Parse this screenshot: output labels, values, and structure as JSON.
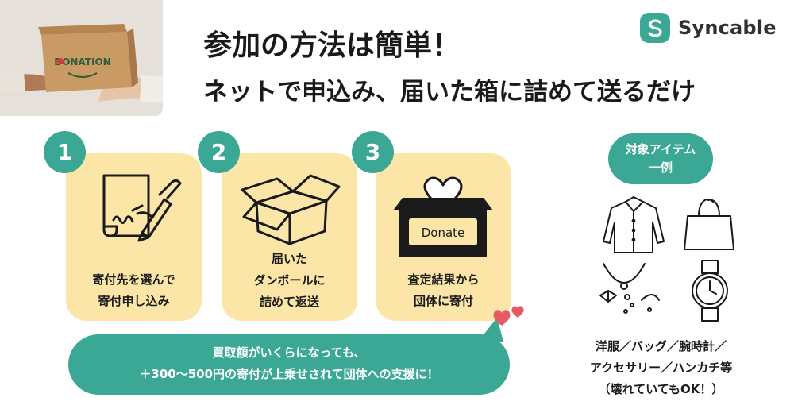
{
  "photo": {
    "box_text": "DONATION"
  },
  "logo": {
    "name": "Syncable",
    "mark_letter": "S",
    "accent": "#3aa895"
  },
  "headline": "参加の方法は簡単！",
  "subheadline": "ネットで申込み、届いた箱に詰めて送るだけ",
  "steps": [
    {
      "number": "1",
      "icon": "signing-document-icon",
      "lines": [
        "寄付先を選んで",
        "寄付申し込み"
      ]
    },
    {
      "number": "2",
      "icon": "cardboard-box-icon",
      "lines": [
        "届いた",
        "ダンボールに",
        "詰めて返送"
      ]
    },
    {
      "number": "3",
      "icon": "donation-box-icon",
      "icon_text": "Donate",
      "lines": [
        "査定結果から",
        "団体に寄付"
      ]
    }
  ],
  "bubble": {
    "line1": "買取額がいくらになっても、",
    "line2": "＋300〜500円の寄付が上乗せされて団体への支援に！"
  },
  "items": {
    "pill_line1": "対象アイテム",
    "pill_line2": "一例",
    "icons": [
      "shirt-icon",
      "shopping-bag-icon",
      "accessories-icon",
      "wristwatch-icon"
    ],
    "caption": [
      "洋服／バッグ／腕時計／",
      "アクセサリー／ハンカチ等",
      "（壊れていてもOK！）"
    ]
  },
  "colors": {
    "teal": "#3aa895",
    "card": "#fbe6a7",
    "heart": "#e85a63",
    "text": "#1a1a1a"
  }
}
